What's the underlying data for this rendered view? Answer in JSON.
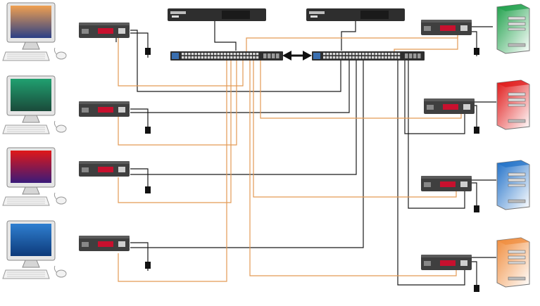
{
  "colors": {
    "background": "#ffffff",
    "cable_black": "#1a1a1a",
    "cable_orange": "#e39a55",
    "device_body": "#3f3f3f",
    "device_led": "#c8102e",
    "switch_body": "#2e2e2e"
  },
  "workstations": [
    {
      "name": "workstation-1",
      "screen_top": "#f0a050",
      "screen_bottom": "#2b3f86"
    },
    {
      "name": "workstation-2",
      "screen_top": "#20a070",
      "screen_bottom": "#1a4a3a"
    },
    {
      "name": "workstation-3",
      "screen_top": "#e01818",
      "screen_bottom": "#3a1a7a"
    },
    {
      "name": "workstation-4",
      "screen_top": "#2f7fd0",
      "screen_bottom": "#0d3a7a"
    }
  ],
  "servers": [
    {
      "name": "server-green",
      "color": "#1ea04a"
    },
    {
      "name": "server-red",
      "color": "#e01818"
    },
    {
      "name": "server-blue",
      "color": "#2070c8"
    },
    {
      "name": "server-orange",
      "color": "#f08c3c"
    }
  ],
  "devices": {
    "extender_count_left": 4,
    "extender_count_right": 4,
    "top_appliance_count": 2,
    "network_switch_count": 2
  }
}
